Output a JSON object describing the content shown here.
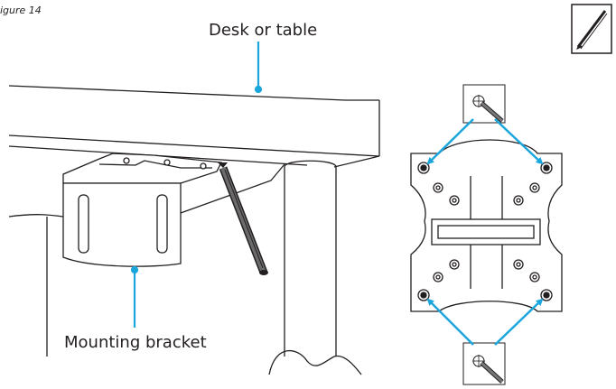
{
  "figure_label": "igure 14",
  "labels": {
    "desk": "Desk or table",
    "bracket": "Mounting bracket"
  },
  "icons": {
    "tool": "pencil-icon"
  },
  "colors": {
    "line": "#231f20",
    "callout": "#1aa6dc",
    "pencil_fill": "#444444"
  }
}
